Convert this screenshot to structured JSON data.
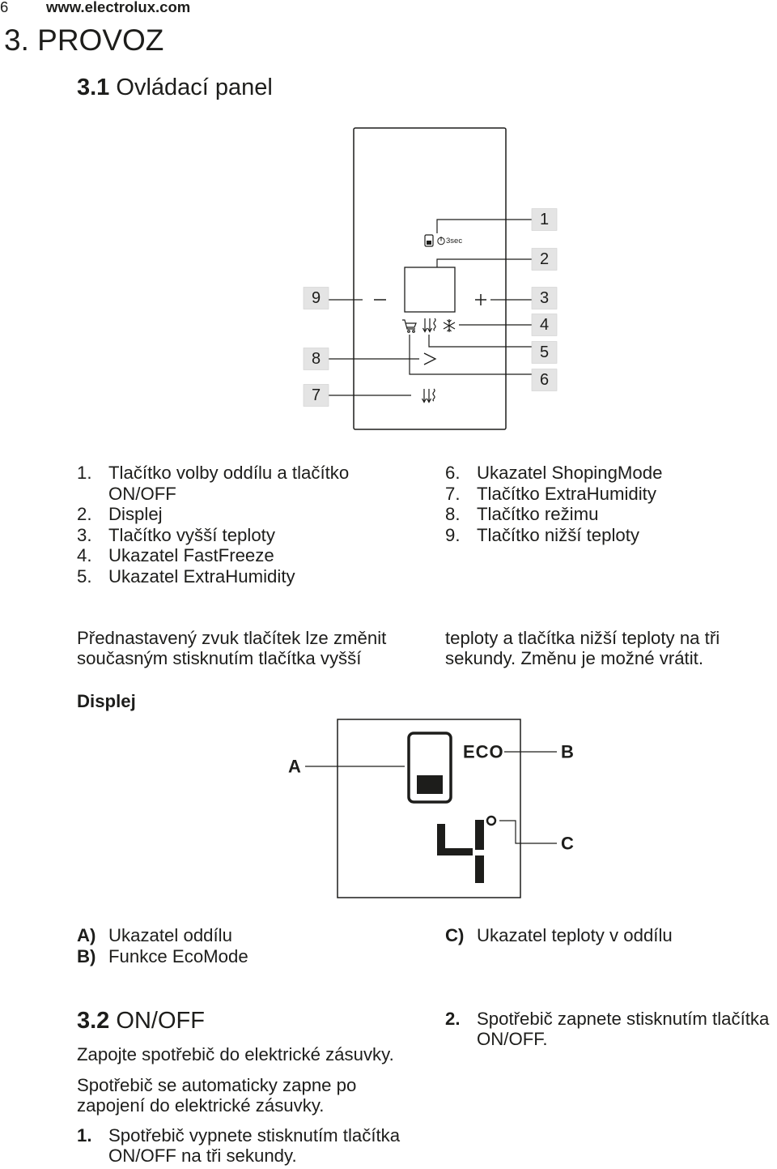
{
  "header": {
    "page_number": "6",
    "site": "www.electrolux.com"
  },
  "chapter": {
    "title": "3. PROVOZ"
  },
  "section_31": {
    "number": "3.1",
    "title": "Ovládací panel"
  },
  "control_panel": {
    "callouts": [
      "1",
      "2",
      "3",
      "4",
      "5",
      "6",
      "7",
      "8",
      "9"
    ],
    "hold_label": "3sec",
    "icons": {
      "compartment": "compartment-icon",
      "power": "power-icon",
      "minus": "minus-icon",
      "plus": "plus-icon",
      "shopping_mode": "shopping-cart-icon",
      "extra_humidity": "extra-humidity-icon",
      "fast_freeze": "snowflake-icon",
      "mode": "chevron-right-icon"
    }
  },
  "panel_legend": {
    "left": [
      {
        "num": "1.",
        "lines": [
          "Tlačítko volby oddílu a tlačítko",
          "ON/OFF"
        ]
      },
      {
        "num": "2.",
        "lines": [
          "Displej"
        ]
      },
      {
        "num": "3.",
        "lines": [
          "Tlačítko vyšší teploty"
        ]
      },
      {
        "num": "4.",
        "lines": [
          "Ukazatel FastFreeze"
        ]
      },
      {
        "num": "5.",
        "lines": [
          "Ukazatel ExtraHumidity"
        ]
      }
    ],
    "right": [
      {
        "num": "6.",
        "lines": [
          "Ukazatel ShopingMode"
        ]
      },
      {
        "num": "7.",
        "lines": [
          "Tlačítko ExtraHumidity"
        ]
      },
      {
        "num": "8.",
        "lines": [
          "Tlačítko režimu"
        ]
      },
      {
        "num": "9.",
        "lines": [
          "Tlačítko nižší teploty"
        ]
      }
    ]
  },
  "note": {
    "left_lines": [
      "Přednastavený zvuk tlačítek lze změnit",
      "současným stisknutím tlačítka vyšší"
    ],
    "right_lines": [
      "teploty a tlačítka nižší teploty na tři",
      "sekundy. Změnu je možné vrátit."
    ]
  },
  "display_section": {
    "title": "Displej"
  },
  "display": {
    "eco_label": "ECO",
    "temperature_digit": "4",
    "callouts": [
      "A",
      "B",
      "C"
    ],
    "icons": {
      "compartment": "compartment-level-icon",
      "degree": "degree-icon"
    }
  },
  "display_legend": {
    "left": [
      {
        "key": "A)",
        "text": "Ukazatel oddílu"
      },
      {
        "key": "B)",
        "text": "Funkce EcoMode"
      }
    ],
    "right": [
      {
        "key": "C)",
        "text": "Ukazatel teploty v oddílu"
      }
    ]
  },
  "section_32": {
    "number": "3.2",
    "title": "ON/OFF",
    "intro": "Zapojte spotřebič do elektrické zásuvky.",
    "auto_on_lines": [
      "Spotřebič se automaticky zapne po",
      "zapojení do elektrické zásuvky."
    ],
    "steps": [
      {
        "num": "1.",
        "lines": [
          "Spotřebič vypnete stisknutím tlačítka",
          "ON/OFF na tři sekundy."
        ]
      },
      {
        "num": "2.",
        "lines": [
          "Spotřebič zapnete stisknutím tlačítka",
          "ON/OFF."
        ]
      }
    ]
  },
  "colors": {
    "ink": "#1d1d1b",
    "callout_fill": "#e4e4e4"
  }
}
